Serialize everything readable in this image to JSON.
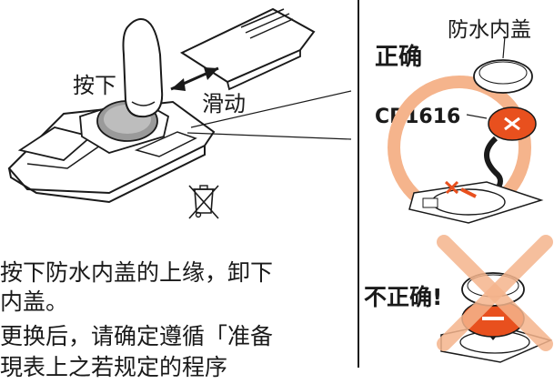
{
  "left_illustration": {
    "press_label": "按下",
    "slide_label": "滑动",
    "disposal_icon": "crossed-out-wheelie-bin-icon"
  },
  "right_panel": {
    "inner_cover_label": "防水内盖",
    "correct_label": "正确",
    "battery_label": "CR1616",
    "incorrect_label": "不正确!"
  },
  "instructions": {
    "line1": "按下防水内盖的上缘，卸下",
    "line2": "内盖。",
    "line3": "更换后，请确定遵循「准备",
    "line4": "現表上之若规定的程序"
  },
  "colors": {
    "accent_orange": "#f0a070",
    "battery_orange": "#e8501e",
    "outline": "#1a1a1a"
  }
}
